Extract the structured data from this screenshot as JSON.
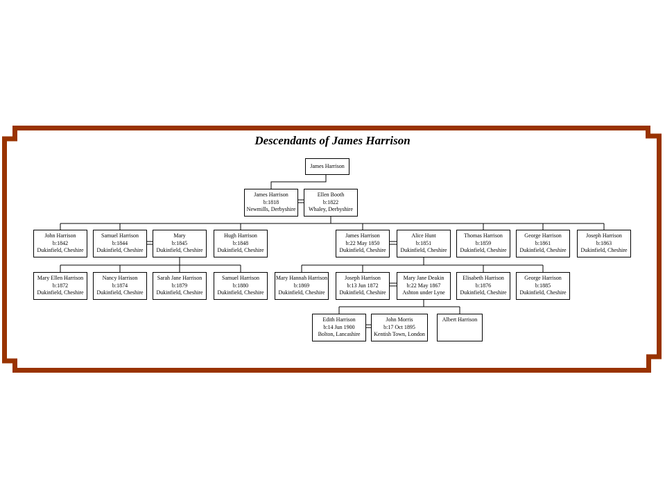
{
  "title": "Descendants of James Harrison",
  "frame_color": "#993300",
  "line_color": "#000000",
  "tree": {
    "gen1": {
      "name": "James Harrison"
    },
    "gen2": [
      {
        "name": "James Harrison",
        "birth": "b:1818",
        "place": "Newmills, Derbyshire"
      },
      {
        "name": "Ellen Booth",
        "birth": "b:1822",
        "place": "Whaley, Derbyshire"
      }
    ],
    "gen3": [
      {
        "name": "John Harrison",
        "birth": "b:1842",
        "place": "Dukinfield, Cheshire"
      },
      {
        "name": "Samuel Harrison",
        "birth": "b:1844",
        "place": "Dukinfield, Cheshire"
      },
      {
        "name": "Mary",
        "birth": "b:1845",
        "place": "Dukinfield, Cheshire"
      },
      {
        "name": "Hugh Harrison",
        "birth": "b:1848",
        "place": "Dukinfield, Cheshire"
      },
      {
        "name": "James Harrison",
        "birth": "b:22 May 1850",
        "place": "Dukinfield, Cheshire"
      },
      {
        "name": "Alice Hunt",
        "birth": "b:1851",
        "place": "Dukinfield, Cheshire"
      },
      {
        "name": "Thomas Harrison",
        "birth": "b:1859",
        "place": "Dukinfield, Cheshire"
      },
      {
        "name": "George Harrison",
        "birth": "b:1861",
        "place": "Dukinfield, Cheshire"
      },
      {
        "name": "Joseph Harrison",
        "birth": "b:1863",
        "place": "Dukinfield, Cheshire"
      }
    ],
    "gen4": [
      {
        "name": "Mary Ellen Harrison",
        "birth": "b:1872",
        "place": "Dukinfield, Cheshire"
      },
      {
        "name": "Nancy Harrison",
        "birth": "b:1874",
        "place": "Dukinfield, Cheshire"
      },
      {
        "name": "Sarah Jane Harrison",
        "birth": "b:1879",
        "place": "Dukinfield, Cheshire"
      },
      {
        "name": "Samuel Harrison",
        "birth": "b:1880",
        "place": "Dukinfield, Cheshire"
      },
      {
        "name": "Mary Hannah Harrison",
        "birth": "b:1869",
        "place": "Dukinfield, Cheshire"
      },
      {
        "name": "Joseph Harrison",
        "birth": "b:13 Jun 1872",
        "place": "Dukinfield, Cheshire"
      },
      {
        "name": "Mary Jane Deakin",
        "birth": "b:22 May 1867",
        "place": "Ashton under Lyne"
      },
      {
        "name": "Elisabeth Harrison",
        "birth": "b:1876",
        "place": "Dukinfield, Cheshire"
      },
      {
        "name": "George Harrison",
        "birth": "b:1885",
        "place": "Dukinfield, Cheshire"
      }
    ],
    "gen5": [
      {
        "name": "Edith Harrison",
        "birth": "b:14 Jun 1900",
        "place": "Bolton, Lancashire"
      },
      {
        "name": "John Morris",
        "birth": "b:17 Oct 1895",
        "place": "Kentish Town, London"
      },
      {
        "name": "Albert Harrison"
      }
    ]
  }
}
